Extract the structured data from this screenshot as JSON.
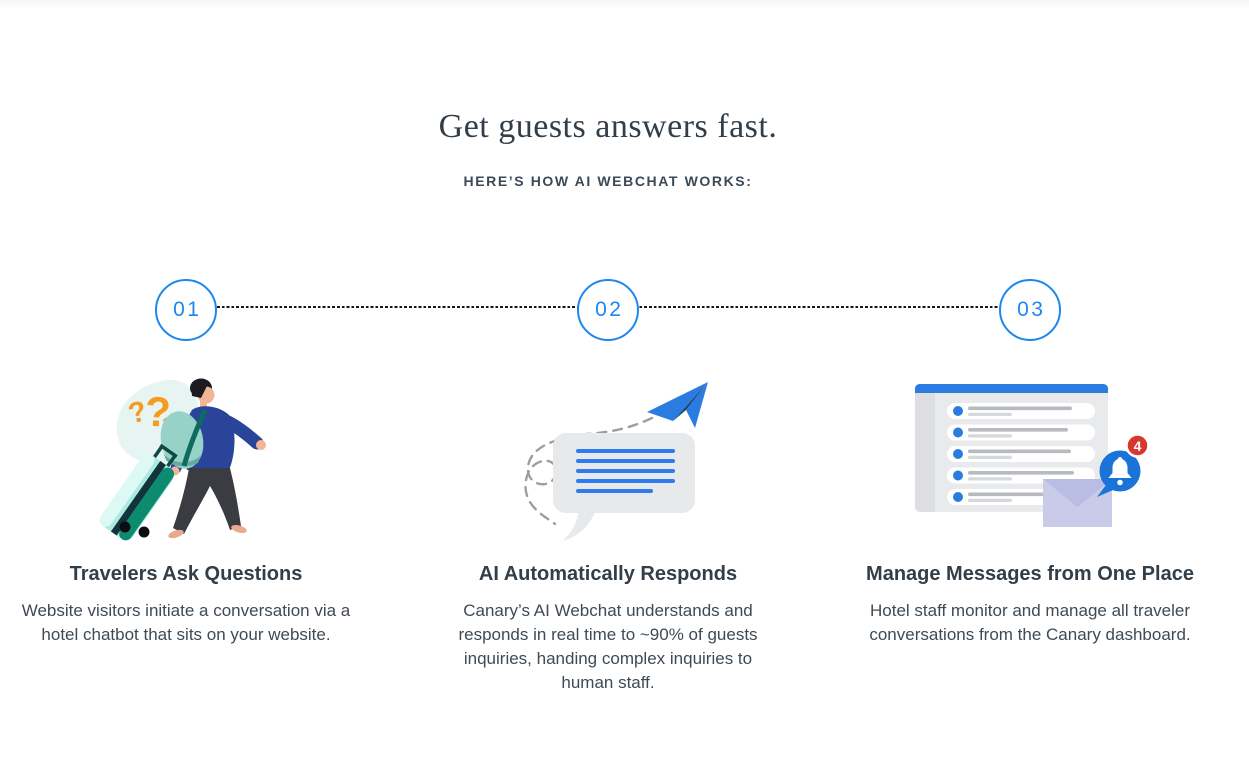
{
  "header": {
    "title": "Get guests answers fast.",
    "subtitle": "HERE’S HOW AI WEBCHAT WORKS:"
  },
  "steps": [
    {
      "number": "01",
      "title": "Travelers Ask Questions",
      "description": "Website visitors initiate a conversation via  a hotel chatbot that sits on your website.",
      "illustration": "traveler-with-suitcase-and-question-marks"
    },
    {
      "number": "02",
      "title": "AI Automatically Responds",
      "description": "Canary’s AI Webchat understands and responds in real time to ~90% of guests inquiries, handing complex inquiries to human staff.",
      "illustration": "chat-bubble-with-paper-plane"
    },
    {
      "number": "03",
      "title": "Manage Messages from One Place",
      "description": "Hotel staff monitor and manage all traveler conversations from the Canary dashboard.",
      "illustration": "dashboard-with-notification-bell-and-envelope",
      "badge_count": "4"
    }
  ],
  "palette": {
    "accent_blue": "#1e86f0",
    "illustration_blue": "#2b7ce0",
    "plane_dark_navy": "#1d3f66",
    "bell_bubble_blue": "#1a73d8",
    "badge_red": "#d7372c",
    "question_mark_orange": "#f59b1e",
    "mint_blob": "#e6f5f1",
    "suitcase_mint": "#abeadf",
    "suitcase_teal": "#0d8b70",
    "jacket_navy": "#2a4499",
    "envelope_lavender": "#c9cbe9",
    "bubble_gray": "#e8e9eb",
    "connector_black": "#141414",
    "heading_text": "#333e49",
    "body_text": "#3f4a55"
  }
}
